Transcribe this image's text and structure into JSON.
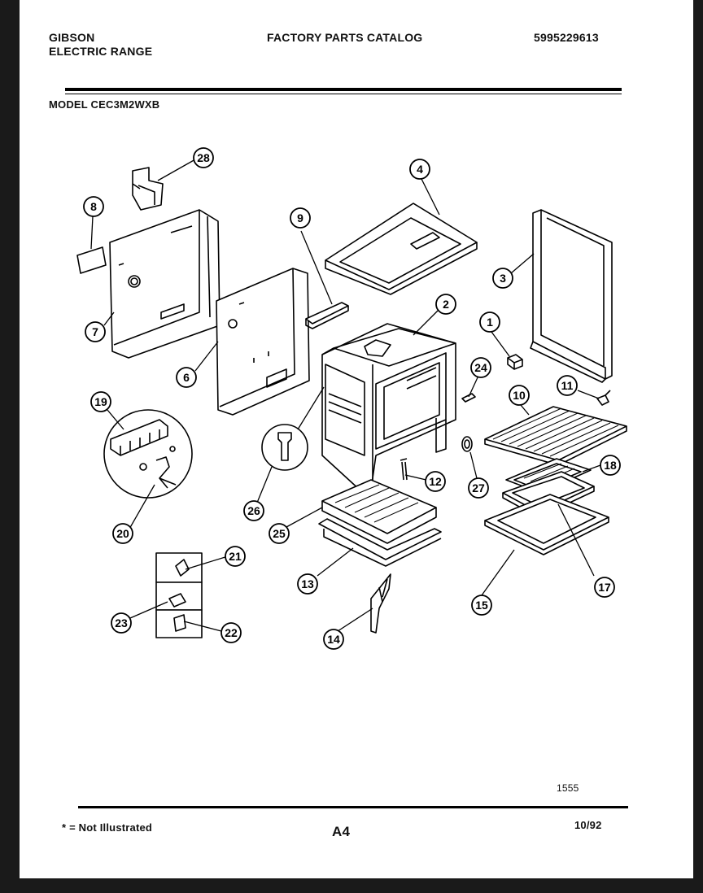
{
  "header": {
    "brand_line1": "GIBSON",
    "brand_line2": "ELECTRIC RANGE",
    "catalog_title": "FACTORY PARTS CATALOG",
    "part_number": "5995229613",
    "model": "MODEL CEC3M2WXB"
  },
  "footer": {
    "note": "* = Not Illustrated",
    "page_code": "A4",
    "date": "10/92",
    "drawing_code": "1555"
  },
  "callouts": [
    "1",
    "2",
    "3",
    "4",
    "6",
    "7",
    "8",
    "9",
    "10",
    "11",
    "12",
    "13",
    "14",
    "15",
    "17",
    "18",
    "19",
    "20",
    "21",
    "22",
    "23",
    "24",
    "25",
    "26",
    "27",
    "28"
  ]
}
